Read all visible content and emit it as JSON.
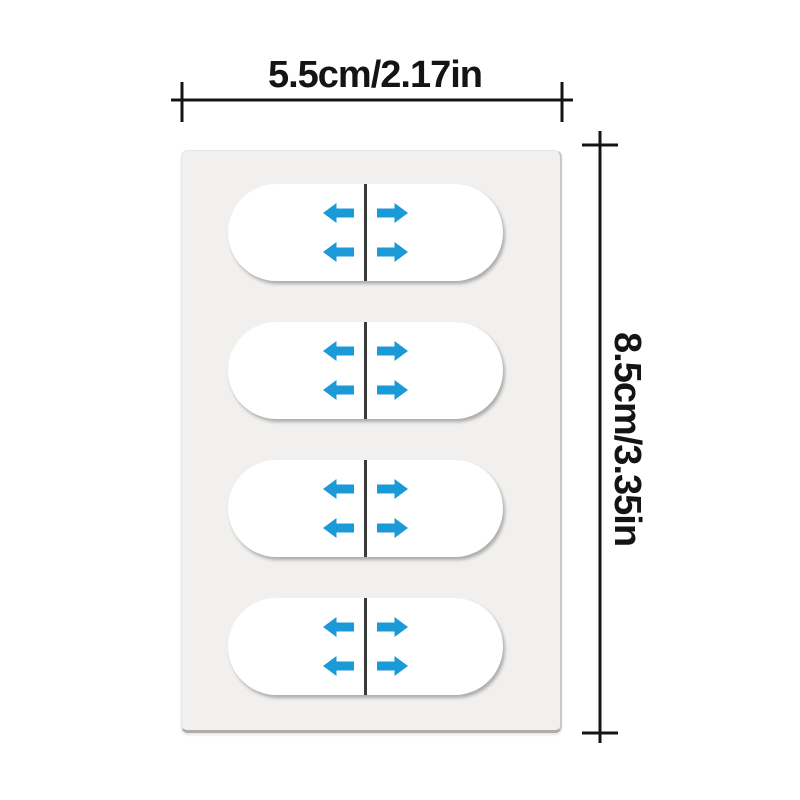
{
  "page": {
    "background_color": "#ffffff"
  },
  "measurements": {
    "width": {
      "label": "5.5cm/2.17in"
    },
    "height": {
      "label": "8.5cm/3.35in"
    }
  },
  "sheet": {
    "background_color": "#f1f0ee",
    "sticker_count": 4,
    "arrows_per_side": 2,
    "sticker": {
      "left_icon": "arrow-left-icon",
      "right_icon": "arrow-right-icon"
    }
  },
  "colors": {
    "arrow_blue": "#1b9ad8",
    "cut_line": "#3a3a3a",
    "measure_line": "#141414",
    "pill_white": "#ffffff"
  }
}
